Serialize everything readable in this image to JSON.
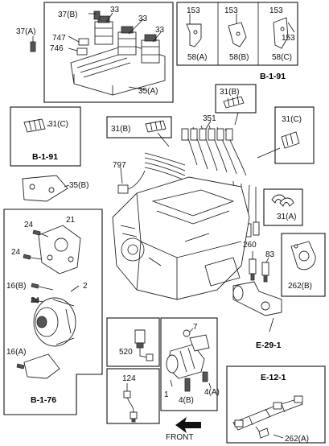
{
  "labels": {
    "l37b": "37(B)",
    "l33a": "33",
    "l33b": "33",
    "l33c": "33",
    "l37a": "37(A)",
    "l747": "747",
    "l746": "746",
    "l35a": "35(A)",
    "l153a": "153",
    "l58a": "58(A)",
    "l153b": "153",
    "l58b": "58(B)",
    "l153c": "153",
    "l58c": "58(C)",
    "l31b_top": "31(B)",
    "l31c_left": "31(C)",
    "l31b_mid": "31(B)",
    "l351": "351",
    "l31c_right": "31(C)",
    "l797": "797",
    "l35b": "35(B)",
    "l21": "21",
    "l24a": "24",
    "l24b": "24",
    "l16b": "16(B)",
    "l2": "2",
    "l24c": "24",
    "l16a": "16(A)",
    "l31a": "31(A)",
    "l260": "260",
    "l83": "83",
    "l262b": "262(B)",
    "l7": "7",
    "l520": "520",
    "l1": "1",
    "l4b": "4(B)",
    "l4a": "4(A)",
    "l124": "124",
    "l262a": "262(A)"
  },
  "refs": {
    "r_b191_top": "B-1-91",
    "r_b191_left": "B-1-91",
    "r_e291": "E-29-1",
    "r_b176": "B-1-76",
    "r_e121": "E-12-1"
  },
  "front_label": "FRONT"
}
